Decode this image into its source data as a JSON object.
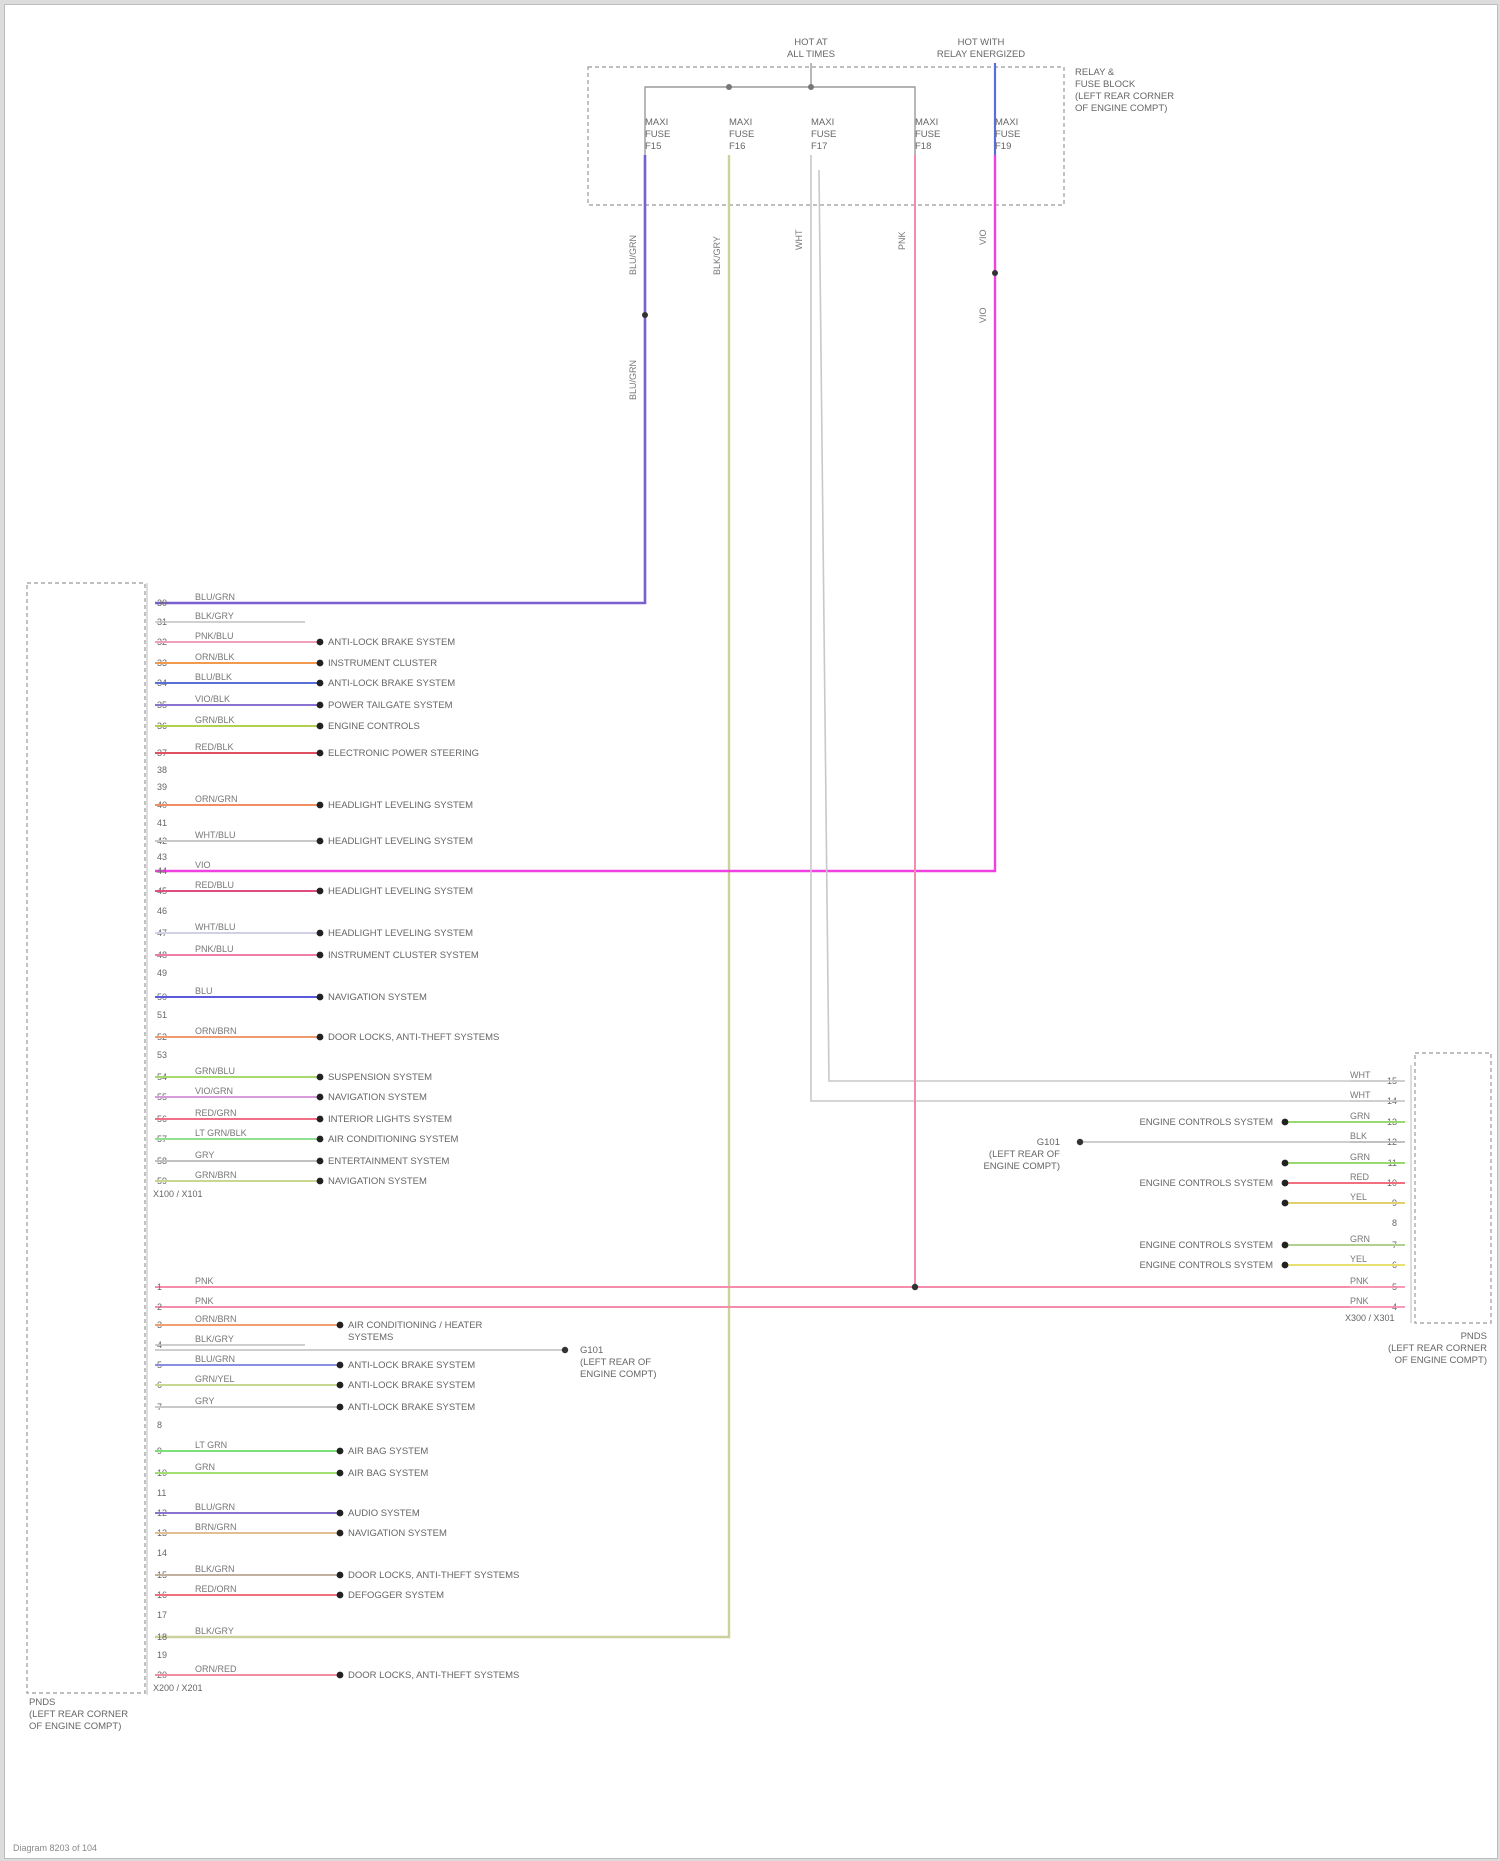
{
  "fuse_block": {
    "supply_labels": [
      {
        "line1": "HOT AT",
        "line2": "ALL TIMES"
      },
      {
        "line1": "HOT WITH",
        "line2": "RELAY ENERGIZED"
      }
    ],
    "title": [
      "RELAY &",
      "FUSE BLOCK",
      "(LEFT REAR CORNER",
      "OF ENGINE COMPT)"
    ],
    "fuses": [
      {
        "name": "MAXI",
        "line2": "FUSE",
        "line3": "F15",
        "wire_color": "BLU/GRN"
      },
      {
        "name": "MAXI",
        "line2": "FUSE",
        "line3": "F16",
        "wire_color": "BLK/GRY"
      },
      {
        "name": "MAXI",
        "line2": "FUSE",
        "line3": "F17",
        "wire_color": "WHT"
      },
      {
        "name": "MAXI",
        "line2": "FUSE",
        "line3": "F18",
        "wire_color": "PNK"
      },
      {
        "name": "MAXI",
        "line2": "FUSE",
        "line3": "F19",
        "wire_color": "VIO"
      }
    ],
    "top_wire_colors": [
      "BLU/GRN",
      "BLK/GRY",
      "WHT",
      "PNK",
      "VIO"
    ],
    "lower_wire_colors": [
      "BLU/GRN",
      "VIO"
    ]
  },
  "left_connector": {
    "caption": [
      "PNDS",
      "(LEFT REAR CORNER",
      "OF ENGINE COMPT)"
    ],
    "group1_label": "X100 / X101",
    "group2_label": "X200 / X201",
    "pins1": [
      {
        "pin": "30",
        "wire": "BLU/GRN",
        "dest": "",
        "color": "#7a5fd0"
      },
      {
        "pin": "31",
        "wire": "BLK/GRY",
        "dest": "",
        "color": "#c0c0c0"
      },
      {
        "pin": "32",
        "wire": "PNK/BLU",
        "dest": "ANTI-LOCK BRAKE SYSTEM",
        "color": "#f0a0b8"
      },
      {
        "pin": "33",
        "wire": "ORN/BLK",
        "dest": "INSTRUMENT CLUSTER",
        "color": "#f09a50"
      },
      {
        "pin": "34",
        "wire": "BLU/BLK",
        "dest": "ANTI-LOCK BRAKE SYSTEM",
        "color": "#5a6ed8"
      },
      {
        "pin": "35",
        "wire": "VIO/BLK",
        "dest": "POWER TAILGATE SYSTEM",
        "color": "#8a72d0"
      },
      {
        "pin": "36",
        "wire": "GRN/BLK",
        "dest": "ENGINE CONTROLS",
        "color": "#b0d050"
      },
      {
        "pin": "37",
        "wire": "RED/BLK",
        "dest": "ELECTRONIC POWER STEERING",
        "color": "#e05060"
      },
      {
        "pin": "38",
        "wire": "",
        "dest": "",
        "color": "#c0c0c0"
      },
      {
        "pin": "39",
        "wire": "",
        "dest": "",
        "color": "#c0c0c0"
      },
      {
        "pin": "40",
        "wire": "ORN/GRN",
        "dest": "HEADLIGHT LEVELING SYSTEM",
        "color": "#f09060"
      },
      {
        "pin": "41",
        "wire": "",
        "dest": "",
        "color": "#c0c0c0"
      },
      {
        "pin": "42",
        "wire": "WHT/BLU",
        "dest": "HEADLIGHT LEVELING SYSTEM",
        "color": "#c8c8c8"
      },
      {
        "pin": "43",
        "wire": "",
        "dest": "",
        "color": "#c0c0c0"
      },
      {
        "pin": "44",
        "wire": "VIO",
        "dest": "",
        "color": "#f040e0"
      },
      {
        "pin": "45",
        "wire": "RED/BLU",
        "dest": "HEADLIGHT LEVELING SYSTEM",
        "color": "#e04c7c"
      },
      {
        "pin": "46",
        "wire": "",
        "dest": "",
        "color": "#c0c0c0"
      },
      {
        "pin": "47",
        "wire": "WHT/BLU",
        "dest": "HEADLIGHT LEVELING SYSTEM",
        "color": "#d0d0e6"
      },
      {
        "pin": "48",
        "wire": "PNK/BLU",
        "dest": "INSTRUMENT CLUSTER SYSTEM",
        "color": "#f07ca8"
      },
      {
        "pin": "49",
        "wire": "",
        "dest": "",
        "color": "#c0c0c0"
      },
      {
        "pin": "50",
        "wire": "BLU",
        "dest": "NAVIGATION SYSTEM",
        "color": "#5a5ae0"
      },
      {
        "pin": "51",
        "wire": "",
        "dest": "",
        "color": "#c0c0c0"
      },
      {
        "pin": "52",
        "wire": "ORN/BRN",
        "dest": "DOOR LOCKS, ANTI-THEFT SYSTEMS",
        "color": "#f09a70"
      },
      {
        "pin": "53",
        "wire": "",
        "dest": "",
        "color": "#c0c0c0"
      },
      {
        "pin": "54",
        "wire": "GRN/BLU",
        "dest": "SUSPENSION SYSTEM",
        "color": "#a8d870"
      },
      {
        "pin": "55",
        "wire": "VIO/GRN",
        "dest": "NAVIGATION SYSTEM",
        "color": "#d89ad8"
      },
      {
        "pin": "56",
        "wire": "RED/GRN",
        "dest": "INTERIOR LIGHTS SYSTEM",
        "color": "#f07088"
      },
      {
        "pin": "57",
        "wire": "LT GRN/BLK",
        "dest": "AIR CONDITIONING SYSTEM",
        "color": "#90e090"
      },
      {
        "pin": "58",
        "wire": "GRY",
        "dest": "ENTERTAINMENT SYSTEM",
        "color": "#c0c0c0"
      },
      {
        "pin": "59",
        "wire": "GRN/BRN",
        "dest": "NAVIGATION SYSTEM",
        "color": "#c8d890"
      }
    ],
    "pins2": [
      {
        "pin": "1",
        "wire": "PNK",
        "dest": "",
        "color": "#f48cac"
      },
      {
        "pin": "2",
        "wire": "PNK",
        "dest": "",
        "color": "#f48cac"
      },
      {
        "pin": "3",
        "wire": "ORN/BRN",
        "dest": "AIR CONDITIONING / HEATER SYSTEMS",
        "color": "#f0a070"
      },
      {
        "pin": "4",
        "wire": "BLK/GRY",
        "dest": "",
        "color": "#bdbdbd"
      },
      {
        "pin": "5",
        "wire": "BLU/GRN",
        "dest": "ANTI-LOCK BRAKE SYSTEM",
        "color": "#8a8ee0"
      },
      {
        "pin": "6",
        "wire": "GRN/YEL",
        "dest": "ANTI-LOCK BRAKE SYSTEM",
        "color": "#c8d890"
      },
      {
        "pin": "7",
        "wire": "GRY",
        "dest": "ANTI-LOCK BRAKE SYSTEM",
        "color": "#c8c8c8"
      },
      {
        "pin": "8",
        "wire": "",
        "dest": "",
        "color": "#c0c0c0"
      },
      {
        "pin": "9",
        "wire": "LT GRN",
        "dest": "AIR BAG SYSTEM",
        "color": "#7ae07a"
      },
      {
        "pin": "10",
        "wire": "GRN",
        "dest": "AIR BAG SYSTEM",
        "color": "#a0e070"
      },
      {
        "pin": "11",
        "wire": "",
        "dest": "",
        "color": "#c0c0c0"
      },
      {
        "pin": "12",
        "wire": "BLU/GRN",
        "dest": "AUDIO SYSTEM",
        "color": "#8a72d0"
      },
      {
        "pin": "13",
        "wire": "BRN/GRN",
        "dest": "NAVIGATION SYSTEM",
        "color": "#e0c090"
      },
      {
        "pin": "14",
        "wire": "",
        "dest": "",
        "color": "#c0c0c0"
      },
      {
        "pin": "15",
        "wire": "BLK/GRN",
        "dest": "DOOR LOCKS, ANTI-THEFT SYSTEMS",
        "color": "#c0b0a0"
      },
      {
        "pin": "16",
        "wire": "RED/ORN",
        "dest": "DEFOGGER SYSTEM",
        "color": "#f07080"
      },
      {
        "pin": "17",
        "wire": "",
        "dest": "",
        "color": "#c0c0c0"
      },
      {
        "pin": "18",
        "wire": "BLK/GRY",
        "dest": "",
        "color": "#d0d090"
      },
      {
        "pin": "19",
        "wire": "",
        "dest": "",
        "color": "#c0c0c0"
      },
      {
        "pin": "20",
        "wire": "ORN/RED",
        "dest": "DOOR LOCKS, ANTI-THEFT SYSTEMS",
        "color": "#f48ca0"
      }
    ],
    "ground_label": [
      "G101",
      "(LEFT REAR OF",
      "ENGINE COMPT)"
    ]
  },
  "right_connector": {
    "caption": [
      "PNDS",
      "(LEFT REAR CORNER",
      "OF ENGINE COMPT)"
    ],
    "group_label": "X300 / X301",
    "pins": [
      {
        "pin": "15",
        "wire": "WHT",
        "dest": "",
        "color": "#c8c8c8"
      },
      {
        "pin": "14",
        "wire": "WHT",
        "dest": "",
        "color": "#c8c8c8"
      },
      {
        "pin": "13",
        "wire": "GRN",
        "dest": "ENGINE CONTROLS SYSTEM",
        "color": "#9ad870"
      },
      {
        "pin": "12",
        "wire": "BLK",
        "dest": "",
        "color": "#b8b8b8"
      },
      {
        "pin": "11",
        "wire": "GRN",
        "dest": "",
        "color": "#9ad870"
      },
      {
        "pin": "10",
        "wire": "RED",
        "dest": "ENGINE CONTROLS SYSTEM",
        "color": "#f07080"
      },
      {
        "pin": "9",
        "wire": "YEL",
        "dest": "",
        "color": "#e0d070"
      },
      {
        "pin": "8",
        "wire": "",
        "dest": "",
        "color": "#c0c0c0"
      },
      {
        "pin": "7",
        "wire": "GRN",
        "dest": "ENGINE CONTROLS SYSTEM",
        "color": "#b0d090"
      },
      {
        "pin": "6",
        "wire": "YEL",
        "dest": "ENGINE CONTROLS SYSTEM",
        "color": "#e8e070"
      },
      {
        "pin": "5",
        "wire": "PNK",
        "dest": "",
        "color": "#f48cac"
      },
      {
        "pin": "4",
        "wire": "PNK",
        "dest": "",
        "color": "#f48cac"
      }
    ],
    "ground_label": [
      "G101",
      "(LEFT REAR OF",
      "ENGINE COMPT)"
    ]
  },
  "footer": "Diagram 8203 of 104"
}
